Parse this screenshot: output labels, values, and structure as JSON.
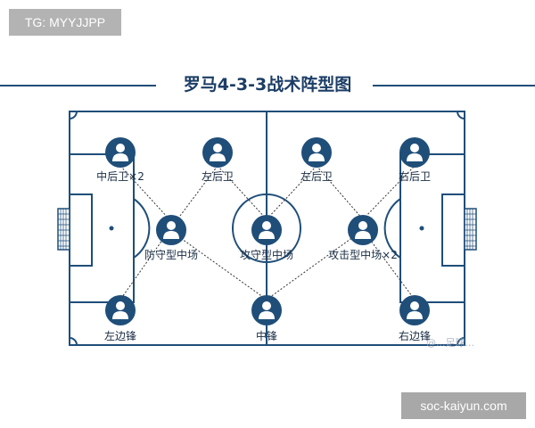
{
  "tg_badge": "TG: MYYJJPP",
  "title": "罗马4-3-3战术阵型图",
  "watermark": "@...足球...",
  "site_badge": "soc-kaiyun.com",
  "colors": {
    "pitch_line": "#1f4e79",
    "player": "#1f4e79",
    "link": "#333333"
  },
  "players": [
    {
      "id": "cb-left",
      "label": "中后卫×2"
    },
    {
      "id": "lb",
      "label": "左后卫"
    },
    {
      "id": "lb2",
      "label": "左后卫"
    },
    {
      "id": "rb",
      "label": "右后卫"
    },
    {
      "id": "dm",
      "label": "防守型中场"
    },
    {
      "id": "cm",
      "label": "攻守型中场"
    },
    {
      "id": "am",
      "label": "攻击型中场×2"
    },
    {
      "id": "lw",
      "label": "左边锋"
    },
    {
      "id": "st",
      "label": "中锋"
    },
    {
      "id": "rw",
      "label": "右边锋"
    }
  ]
}
